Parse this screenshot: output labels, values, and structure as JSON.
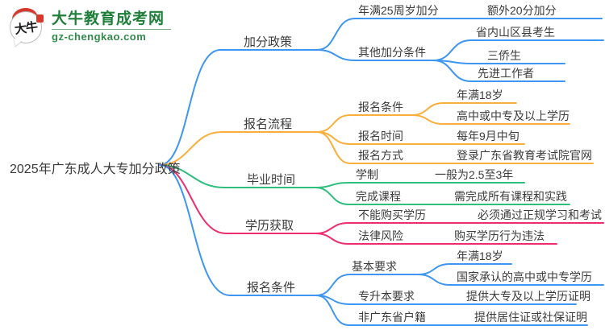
{
  "logo": {
    "site_name": "大牛教育成考网",
    "site_url": "gz-chengkao.com",
    "icon_text": "大牛"
  },
  "colors": {
    "blue": "#3E96F0",
    "orange": "#FAAF3C",
    "green": "#2EBE7E",
    "pink": "#EE2D6F",
    "brand_green": "#1E7E3A",
    "logo_red": "#D8372B",
    "text": "#3C3C3C"
  },
  "root": {
    "label": "2025年广东成人大专加分政策"
  },
  "branches": [
    {
      "label": "加分政策",
      "color": "blue",
      "children": [
        {
          "label": "年满25周岁加分",
          "children": [
            {
              "label": "额外20分加分"
            }
          ]
        },
        {
          "label": "其他加分条件",
          "children": [
            {
              "label": "省内山区县考生"
            },
            {
              "label": "三侨生"
            },
            {
              "label": "先进工作者"
            }
          ]
        }
      ]
    },
    {
      "label": "报名流程",
      "color": "orange",
      "children": [
        {
          "label": "报名条件",
          "children": [
            {
              "label": "年满18岁"
            },
            {
              "label": "高中或中专及以上学历"
            }
          ]
        },
        {
          "label": "报名时间",
          "children": [
            {
              "label": "每年9月中旬"
            }
          ]
        },
        {
          "label": "报名方式",
          "children": [
            {
              "label": "登录广东省教育考试院官网"
            }
          ]
        }
      ]
    },
    {
      "label": "毕业时间",
      "color": "green",
      "children": [
        {
          "label": "学制",
          "children": [
            {
              "label": "一般为2.5至3年"
            }
          ]
        },
        {
          "label": "完成课程",
          "children": [
            {
              "label": "需完成所有课程和实践"
            }
          ]
        }
      ]
    },
    {
      "label": "学历获取",
      "color": "pink",
      "children": [
        {
          "label": "不能购买学历",
          "children": [
            {
              "label": "必须通过正规学习和考试"
            }
          ]
        },
        {
          "label": "法律风险",
          "children": [
            {
              "label": "购买学历行为违法"
            }
          ]
        }
      ]
    },
    {
      "label": "报名条件",
      "color": "blue",
      "children": [
        {
          "label": "基本要求",
          "children": [
            {
              "label": "年满18岁"
            },
            {
              "label": "国家承认的高中或中专学历"
            }
          ]
        },
        {
          "label": "专升本要求",
          "children": [
            {
              "label": "提供大专及以上学历证明"
            }
          ]
        },
        {
          "label": "非广东省户籍",
          "children": [
            {
              "label": "提供居住证或社保证明"
            }
          ]
        }
      ]
    }
  ]
}
